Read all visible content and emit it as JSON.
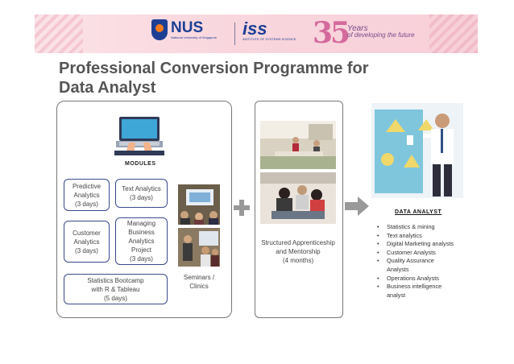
{
  "header": {
    "nus": "NUS",
    "nus_sub": "National University of Singapore",
    "iss": "iss",
    "iss_sub": "INSTITUTE OF SYSTEMS SCIENCE",
    "years_number": "35",
    "years_word": "Years",
    "years_tagline": "of developing the future"
  },
  "title_line1": "Professional Conversion Programme for",
  "title_line2": "Data Analyst",
  "modules_label": "MODULES",
  "modules": {
    "predictive": [
      "Predictive",
      "Analytics",
      "(3 days)"
    ],
    "text_analytics": [
      "Text Analytics",
      "(3 days)"
    ],
    "customer": [
      "Customer",
      "Analytics",
      "(3 days)"
    ],
    "managing": [
      "Managing",
      "Business",
      "Analytics",
      "Project",
      "(3 days)"
    ],
    "bootcamp": [
      "Statistics Bootcamp",
      "with R & Tableau",
      "(5 days)"
    ],
    "seminars": [
      "Seminars /",
      "Clinics"
    ]
  },
  "apprenticeship": [
    "Structured Apprenticeship",
    "and Mentorship",
    "(4 months)"
  ],
  "analyst_title": "DATA ANALYST",
  "analyst_roles": [
    "Statistics & mining",
    "Text analytics",
    "Digital Marketing analysts",
    "Customer Analysts",
    "Quality Assurance Analysts",
    "Operations Analysts",
    "Business intelligence analyst"
  ],
  "colors": {
    "title": "#555555",
    "module_border": "#3a4a8c",
    "banner": "#f9d7de"
  }
}
